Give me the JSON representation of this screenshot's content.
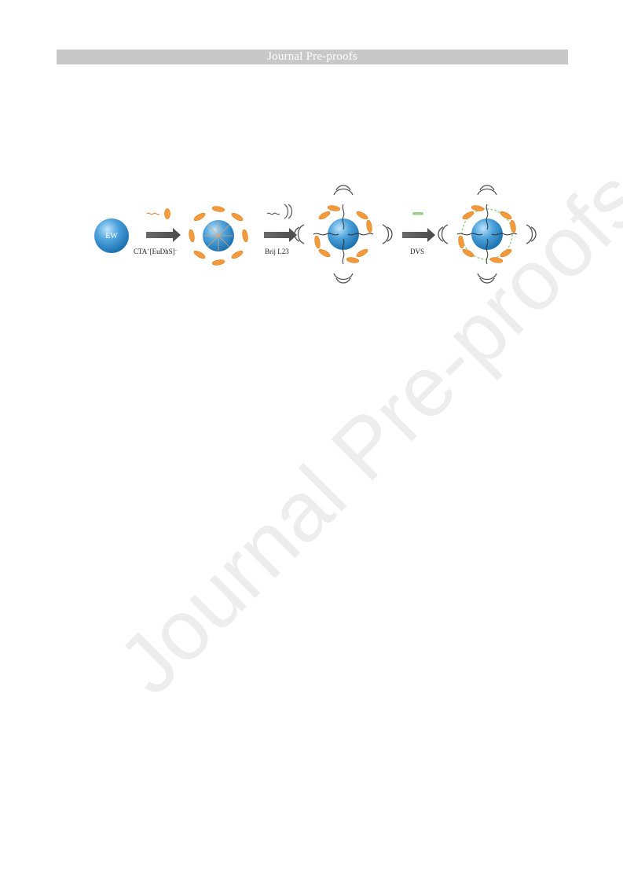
{
  "header": {
    "title": "Journal Pre-proofs"
  },
  "watermark": {
    "text": "Journal Pre-proofs"
  },
  "figure": {
    "core_label": "EW",
    "step1_label": "CTA",
    "step1_label_sup": "+",
    "step1_label_tail": "[EuDhS]",
    "step1_label_tail_sup": "−",
    "step2_label": "Brij L23",
    "step3_label": "DVS",
    "colors": {
      "core": "#3a8fd0",
      "surfactant": "#f39a3c",
      "polymer": "#555555",
      "crosslinker": "#9ccf8a"
    }
  }
}
